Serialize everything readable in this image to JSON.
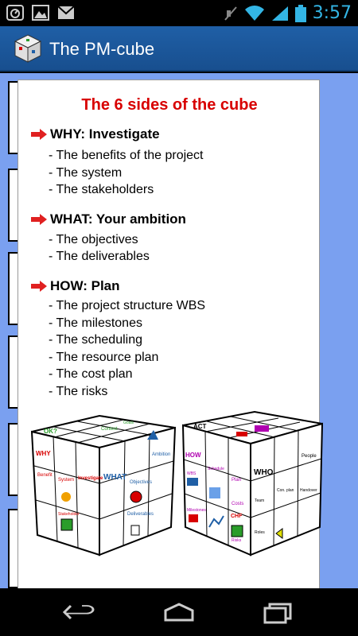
{
  "status_bar": {
    "time": "3:57"
  },
  "app": {
    "title": "The PM-cube"
  },
  "page": {
    "title": "The 6 sides of the cube",
    "sections": [
      {
        "heading": "WHY: Investigate",
        "items": [
          "- The benefits of the project",
          "- The system",
          "- The stakeholders"
        ]
      },
      {
        "heading": "WHAT: Your ambition",
        "items": [
          "- The objectives",
          "- The deliverables"
        ]
      },
      {
        "heading": "HOW: Plan",
        "items": [
          "- The project structure WBS",
          "- The milestones",
          "- The scheduling",
          "- The resource plan",
          "- The cost plan",
          "- The risks"
        ]
      }
    ],
    "cube_left": {
      "labels": [
        "OK?",
        "WHY",
        "WHAT",
        "Ambition",
        "Objectives",
        "Deliverables",
        "System",
        "Benefit",
        "Stakeholder",
        "Investigate",
        "Context",
        "Goals"
      ]
    },
    "cube_right": {
      "labels": [
        "ACT",
        "HOW",
        "WHO",
        "People",
        "Team",
        "Con. plan",
        "Handover",
        "Roles",
        "WBS",
        "Plan",
        "Costs",
        "CHF",
        "Risks",
        "Schedule",
        "Milestones"
      ]
    }
  },
  "colors": {
    "accent": "#d80000",
    "action_bar": "#1f5fa6",
    "background": "#7aa0f0",
    "time": "#33b5e5"
  }
}
